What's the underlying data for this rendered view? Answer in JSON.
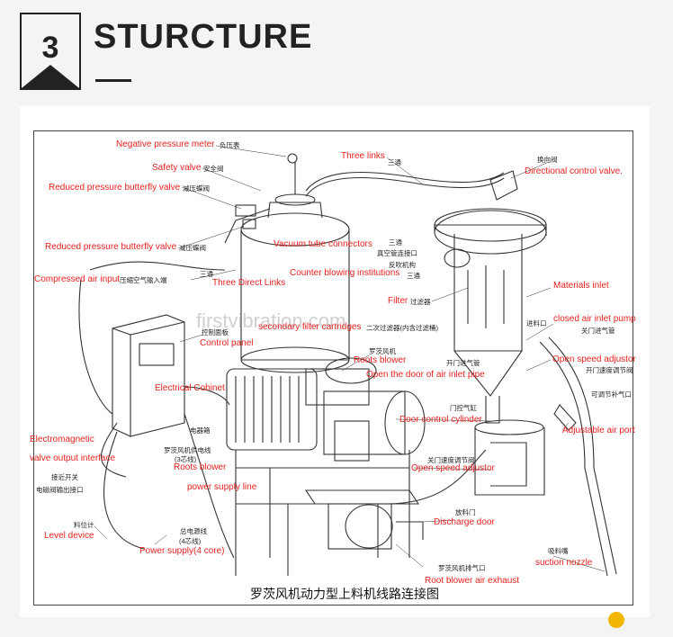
{
  "header": {
    "number": "3",
    "title": "STURCTURE"
  },
  "caption": "罗茨风机动力型上料机线路连接图",
  "watermark": "firstvibration.com",
  "labels_en": {
    "negative_pressure_meter": "Negative pressure meter",
    "safety_valve": "Safety valve",
    "reduced_butterfly_1": "Reduced pressure butterfly valve",
    "reduced_butterfly_2": "Reduced pressure butterfly valve",
    "compressed_air_input": "Compressed air input",
    "three_direct_links": "Three Direct Links",
    "vacuum_tube_connectors": "Vacuum tube connectors",
    "counter_blowing": "Counter blowing institutions",
    "three_links": "Three links",
    "directional_control_valve": "Directional control valve.",
    "filter": "Filter",
    "materials_inlet": "Materials inlet",
    "closed_air_inlet_pump": "closed air inlet pump",
    "open_speed_adjustor_1": "Open speed adjustor",
    "adjustable_air_port": "Adjustable air port",
    "secondary_filter": "secondary filter cartridges",
    "control_panel": "Control panel",
    "roots_blower_1": "Roots blower",
    "open_door_air_inlet": "Open the door of air inlet pipe",
    "electrical_cobinet": "Electrical Cobinet",
    "door_control_cylinder": "Door control cylinder",
    "electromagnetic_1": "Electromagnetic",
    "electromagnetic_2": "valve output interface",
    "roots_blower_2": "Roots blower",
    "power_supply_line": "power supply line",
    "open_speed_adjustor_2": "Open speed adjustor",
    "discharge_door": "Discharge door",
    "level_device": "Level device",
    "power_supply": "Power supply(4 core)",
    "suction_nozzle": "suction nozzle",
    "root_blower_exhaust": "Root blower air exhaust"
  },
  "labels_cn": {
    "fuyabiao": "负压表",
    "anquanfa": "安全阀",
    "jianyadiefa_1": "减压蝶阀",
    "jianyadiefa_2": "减压蝶阀",
    "yasuokongqi": "压缩空气输入端",
    "santong_1": "三通",
    "santong_2": "三通",
    "santong_3": "三通",
    "santong_4": "三通",
    "zhenkongguan": "真空管连接口",
    "fanchuijigou": "反吹机构",
    "huanxiangfa": "换向阀",
    "guolvqi": "过滤器",
    "erci_lvtong": "二次过滤器(内含过滤桶)",
    "jinliaokou": "进料口",
    "guanmen_jinqiguan": "关门进气管",
    "kaimen_jinqiguan": "开门进气管",
    "kaimen_sudu": "开门速度调节阀",
    "kediao_buqi": "可调节补气口",
    "kongzhi_mianban": "控制面板",
    "luocifengji_1": "罗茨风机",
    "dianqixiang": "电器箱",
    "menkong_qigang": "门控气缸",
    "gongdianxian": "罗茨风机供电线",
    "xinxian_3": "(3芯线)",
    "guanmen_sudu": "关门速度调节阀",
    "jiejin_kaiguan": "接近开关",
    "diancifa_jiekou": "电磁阀输出接口",
    "fangliaomen": "放料门",
    "liaoweiji": "料位计",
    "zongdianyuan": "总电源线",
    "xinxian_4": "(4芯线)",
    "xiliaozui": "吸料嘴",
    "paiqikou": "罗茨风机排气口"
  }
}
